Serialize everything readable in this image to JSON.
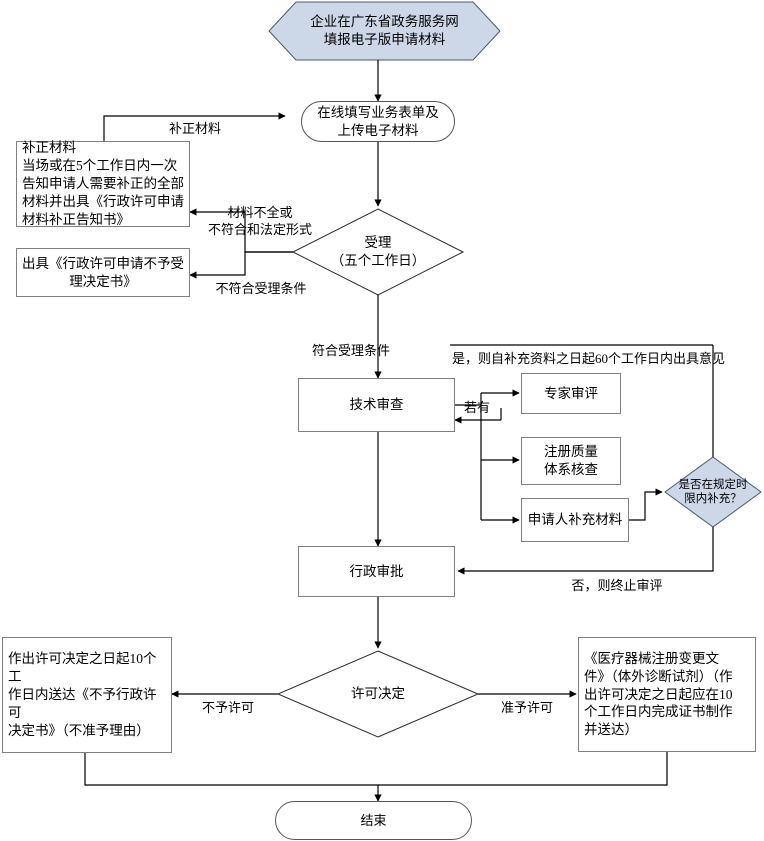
{
  "diagram": {
    "title": "企业在广东省政务服务网填报电子版申请材料流程图",
    "colors": {
      "shape_fill": "#ccd7e8",
      "shape_stroke": "#4b5a6b",
      "box_stroke": "#808080",
      "line": "#000000",
      "background": "#ffffff"
    }
  },
  "nodes": {
    "start_hexagon": {
      "label": "企业在广东省政务服务网\n填报电子版申请材料",
      "shape": "hexagon",
      "fill": "#ccd7e8"
    },
    "online_form": {
      "label": "在线填写业务表单及\n上传电子材料",
      "shape": "rounded-rect",
      "fill": "#ffffff"
    },
    "correction_box": {
      "label": "补正材料\n当场或在5个工作日内一次\n告知申请人需要补正的全部\n材料并出具《行政许可申请\n材料补正告知书》",
      "shape": "rect",
      "fill": "#ffffff"
    },
    "reject_accept_box": {
      "label": "出具《行政许可申请不予受\n理决定书》",
      "shape": "rect",
      "fill": "#ffffff"
    },
    "acceptance_diamond": {
      "label": "受理\n（五个工作日）",
      "shape": "diamond",
      "fill": "#ffffff"
    },
    "technical_review": {
      "label": "技术审查",
      "shape": "rect",
      "fill": "#ffffff"
    },
    "expert_review": {
      "label": "专家审评",
      "shape": "rect",
      "fill": "#ffffff"
    },
    "quality_system_check": {
      "label": "注册质量\n体系核查",
      "shape": "rect",
      "fill": "#ffffff"
    },
    "applicant_supplement": {
      "label": "申请人补充材料",
      "shape": "rect",
      "fill": "#ffffff"
    },
    "supplement_deadline_diamond": {
      "label": "是否在规定时\n限内补充？",
      "shape": "diamond",
      "fill": "#ccd7e8"
    },
    "administrative_approval": {
      "label": "行政审批",
      "shape": "rect",
      "fill": "#ffffff"
    },
    "license_decision_diamond": {
      "label": "许可决定",
      "shape": "diamond",
      "fill": "#ffffff"
    },
    "not_permitted_box": {
      "label": "作出许可决定之日起10个工\n作日内送达《不予行政许可\n决定书》（不准予理由）",
      "shape": "rect",
      "fill": "#ffffff"
    },
    "permitted_box": {
      "label": "《医疗器械注册变更文\n件》（体外诊断试剂）（作\n出许可决定之日起应在10\n个工作日内完成证书制作\n并送达）",
      "shape": "rect",
      "fill": "#ffffff"
    },
    "end_node": {
      "label": "结束",
      "shape": "rounded-rect",
      "fill": "#ffffff"
    }
  },
  "edge_labels": {
    "correction_material": "补正材料",
    "materials_incomplete": "材料不全或\n不符合和法定形式",
    "not_meet_acceptance": "不符合受理条件",
    "meet_acceptance": "符合受理条件",
    "yes_60_days": "是，则自补充资料之日起60个工作日内出具意见",
    "if_any": "若有",
    "no_terminate": "否，则终止审评",
    "not_permitted": "不予许可",
    "permitted": "准予许可"
  }
}
